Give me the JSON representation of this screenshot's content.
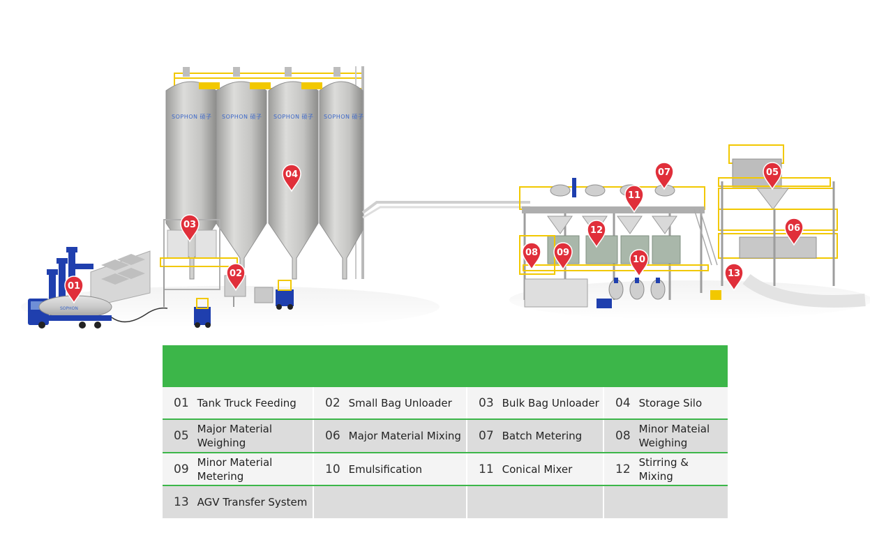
{
  "title": "Process Introduction of the Production Line",
  "brand_mark": "SOPHON 硕子",
  "truck_brand": "SOPHON",
  "colors": {
    "header_green": "#3cb649",
    "pin_red": "#e02f3a",
    "silo_grey": "#c8c8c6",
    "frame_yellow": "#f2c800",
    "equipment_blue": "#1f3fae"
  },
  "steps": [
    {
      "num": "01",
      "label": "Tank Truck Feeding"
    },
    {
      "num": "02",
      "label": "Small Bag Unloader"
    },
    {
      "num": "03",
      "label": "Bulk Bag Unloader"
    },
    {
      "num": "04",
      "label": "Storage Silo"
    },
    {
      "num": "05",
      "label": "Major Material Weighing"
    },
    {
      "num": "06",
      "label": "Major Material Mixing"
    },
    {
      "num": "07",
      "label": "Batch Metering"
    },
    {
      "num": "08",
      "label": "Minor Mateial Weighing"
    },
    {
      "num": "09",
      "label": "Minor Material Metering"
    },
    {
      "num": "10",
      "label": "Emulsification"
    },
    {
      "num": "11",
      "label": "Conical Mixer"
    },
    {
      "num": "12",
      "label": "Stirring & Mixing"
    },
    {
      "num": "13",
      "label": "AGV Transfer System"
    }
  ]
}
